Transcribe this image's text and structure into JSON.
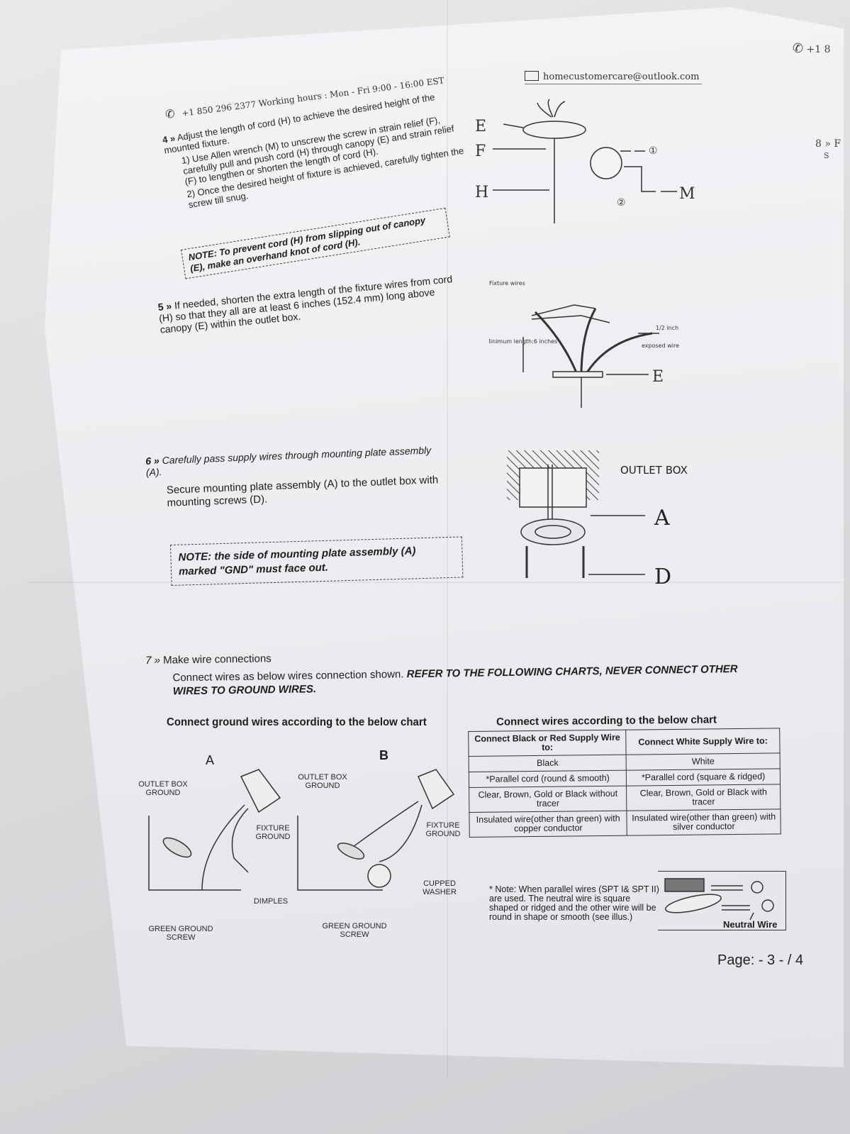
{
  "header": {
    "phone_line": "+1 850 296 2377 Working hours : Mon - Fri 9:00 - 16:00 EST",
    "email": "homecustomercare@outlook.com",
    "edge_phone": "+1 8",
    "edge_step": "8 » F",
    "edge_step_sub": "S"
  },
  "step4": {
    "number": "4 »",
    "text": "Adjust the length of cord (H) to achieve the desired height of the mounted fixture.",
    "sub1": "1) Use Allen wrench (M) to unscrew the screw in strain relief (F), carefully pull and push cord (H) through canopy (E) and strain relief (F) to lengthen or shorten the length of cord (H).",
    "sub2": "2) Once the desired height of fixture is achieved, carefully tighten the screw till snug.",
    "note": "NOTE: To prevent cord (H) from slipping out of canopy (E), make an overhand knot of cord (H).",
    "diagram_labels": {
      "e": "E",
      "f": "F",
      "h": "H",
      "m": "M",
      "c1": "①",
      "c2": "②"
    }
  },
  "step5": {
    "number": "5 »",
    "text": "If needed, shorten the extra length of the fixture wires from cord (H) so that they all are at least 6 inches (152.4 mm) long above canopy (E) within the outlet box.",
    "diagram_labels": {
      "fixture_wires": "Fixture wires",
      "min_length": "Minimum length:6 inches",
      "half_inch": "1/2 inch",
      "exposed": "exposed wire",
      "e": "E"
    }
  },
  "step6": {
    "number": "6 »",
    "text": "Carefully pass supply wires through mounting plate assembly (A).",
    "sub": "Secure mounting plate assembly (A) to the outlet box with mounting screws (D).",
    "note": "NOTE: the side of mounting plate assembly (A) marked \"GND\" must face out.",
    "diagram_labels": {
      "outlet_box": "OUTLET BOX",
      "a": "A",
      "d": "D"
    }
  },
  "step7": {
    "number": "7 »",
    "text": "Make wire connections",
    "sub_normal": "Connect wires as below wires connection shown. ",
    "sub_bold": "REFER TO THE FOLLOWING CHARTS, NEVER CONNECT OTHER WIRES TO GROUND WIRES."
  },
  "ground_chart": {
    "title": "Connect ground wires according to the below chart",
    "label_a": "A",
    "label_b": "B",
    "a_outlet_ground": "OUTLET BOX GROUND",
    "a_fixture_ground": "FIXTURE GROUND",
    "a_dimples": "DIMPLES",
    "a_screw": "GREEN GROUND SCREW",
    "b_outlet_ground": "OUTLET BOX GROUND",
    "b_fixture_ground": "FIXTURE GROUND",
    "b_cupped": "CUPPED WASHER",
    "b_screw": "GREEN GROUND SCREW"
  },
  "wire_chart": {
    "title": "Connect wires according to the below chart",
    "headers": [
      "Connect Black or Red Supply Wire to:",
      "Connect White Supply Wire to:"
    ],
    "rows": [
      [
        "Black",
        "White"
      ],
      [
        "*Parallel cord (round & smooth)",
        "*Parallel cord (square & ridged)"
      ],
      [
        "Clear, Brown, Gold or Black without tracer",
        "Clear, Brown, Gold or Black with tracer"
      ],
      [
        "Insulated wire(other than green) with copper conductor",
        "Insulated wire(other than green) with silver conductor"
      ]
    ],
    "note": "* Note: When parallel wires (SPT I& SPT II) are used. The neutral wire is square shaped or ridged and the other wire will be round in shape or smooth (see illus.)",
    "neutral_label": "Neutral Wire"
  },
  "footer": {
    "page": "Page: - 3 - / 4"
  }
}
